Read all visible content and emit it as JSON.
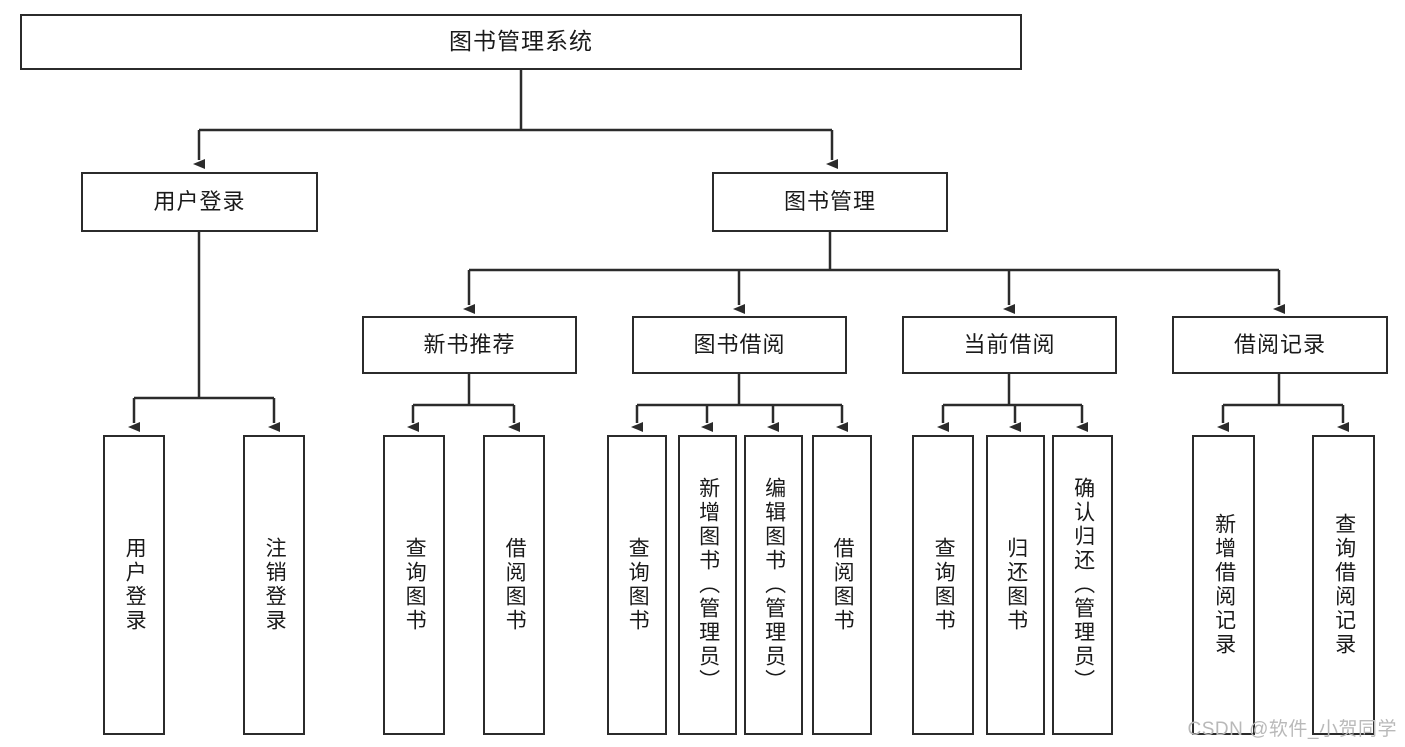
{
  "diagram": {
    "type": "tree-hierarchy",
    "title": "图书管理系统",
    "root": {
      "label": "图书管理系统"
    },
    "level1": [
      {
        "label": "用户登录"
      },
      {
        "label": "图书管理"
      }
    ],
    "level2": [
      {
        "label": "新书推荐"
      },
      {
        "label": "图书借阅"
      },
      {
        "label": "当前借阅"
      },
      {
        "label": "借阅记录"
      }
    ],
    "leaves": {
      "user_login": [
        {
          "label": "用户登录"
        },
        {
          "label": "注销登录"
        }
      ],
      "new_book_recommend": [
        {
          "label": "查询图书"
        },
        {
          "label": "借阅图书"
        }
      ],
      "book_borrow": [
        {
          "label": "查询图书"
        },
        {
          "label": "新增图书（管理员）"
        },
        {
          "label": "编辑图书（管理员）"
        },
        {
          "label": "借阅图书"
        }
      ],
      "current_borrow": [
        {
          "label": "查询图书"
        },
        {
          "label": "归还图书"
        },
        {
          "label": "确认归还（管理员）"
        }
      ],
      "borrow_record": [
        {
          "label": "新增借阅记录"
        },
        {
          "label": "查询借阅记录"
        }
      ]
    }
  },
  "watermark": {
    "text": "CSDN @软件_小贺同学"
  },
  "colors": {
    "stroke": "#2b2b2b",
    "background": "#ffffff",
    "text": "#1a1a1a",
    "watermark": "#b9b9b9"
  }
}
